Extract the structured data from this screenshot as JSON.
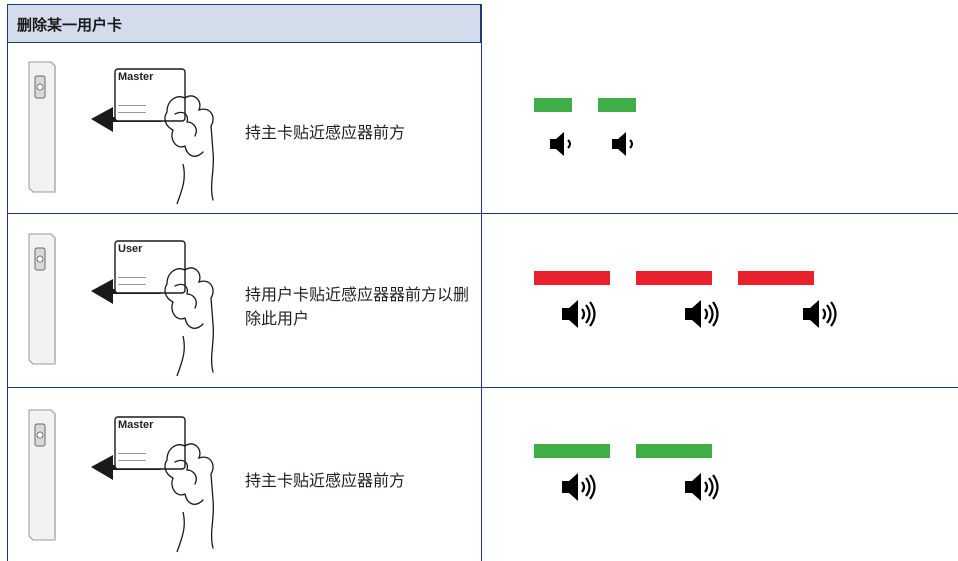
{
  "header": {
    "title": "删除某一用户卡"
  },
  "colors": {
    "green": "#3fae49",
    "red": "#e8212a",
    "header_bg": "#d2dcea",
    "line": "#1f3a73"
  },
  "rows": [
    {
      "card_label": "Master",
      "instruction": "持主卡贴近感应器前方",
      "led": "green",
      "led_count": 2,
      "beep": "short"
    },
    {
      "card_label": "User",
      "instruction": "持用户卡贴近感应器器前方以删除此用户",
      "led": "red",
      "led_count": 3,
      "beep": "long"
    },
    {
      "card_label": "Master",
      "instruction": "持主卡贴近感应器前方",
      "led": "green",
      "led_count": 2,
      "beep": "long"
    }
  ]
}
